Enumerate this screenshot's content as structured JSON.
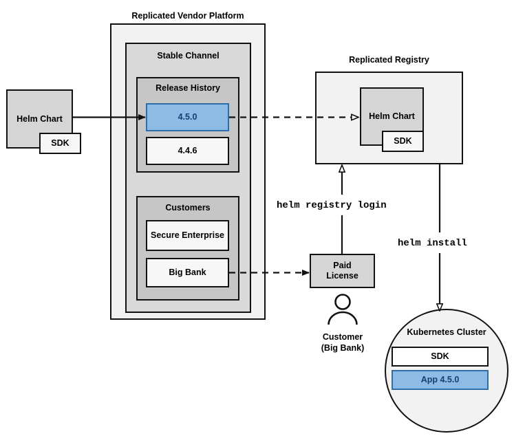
{
  "diagram": {
    "platform": {
      "title": "Replicated Vendor Platform",
      "channel": {
        "title": "Stable Channel",
        "release_history": {
          "title": "Release History",
          "releases": [
            {
              "version": "4.5.0",
              "highlighted": true
            },
            {
              "version": "4.4.6",
              "highlighted": false
            }
          ]
        },
        "customers": {
          "title": "Customers",
          "items": [
            {
              "name": "Secure Enterprise"
            },
            {
              "name": "Big Bank"
            }
          ]
        }
      }
    },
    "source_chart": {
      "label": "Helm Chart",
      "sdk_label": "SDK"
    },
    "registry": {
      "title": "Replicated Registry",
      "chart_label": "Helm Chart",
      "sdk_label": "SDK"
    },
    "license": {
      "line1": "Paid",
      "line2": "License"
    },
    "customer_actor": {
      "icon": "person-icon",
      "line1": "Customer",
      "line2": "(Big Bank)"
    },
    "cluster": {
      "title": "Kubernetes Cluster",
      "sdk_label": "SDK",
      "app_label": "App 4.5.0"
    },
    "commands": {
      "registry_login": "helm registry login",
      "install": "helm install"
    },
    "colors": {
      "accent_blue_fill": "#8cbbe5",
      "accent_blue_border": "#2d6ea8",
      "accent_blue_text": "#13406e",
      "platform_fill": "#f2f2f2",
      "channel_fill": "#d9d9d9",
      "group_fill": "#c6c6c6",
      "stroke": "#111111"
    }
  }
}
